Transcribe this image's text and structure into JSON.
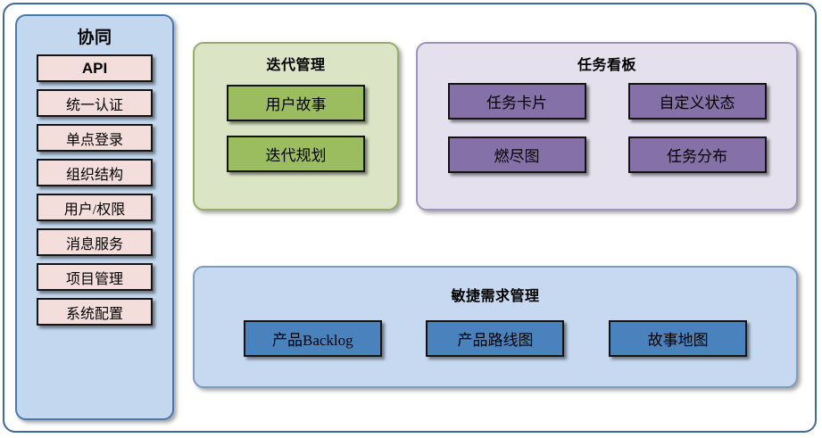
{
  "colors": {
    "frame_border": "#41699b",
    "sidebar_bg": "#c3d7ef",
    "sidebar_border": "#4a79ab",
    "sidebar_item_bg": "#f3dedc",
    "iteration_panel_bg": "#dbe5c5",
    "iteration_panel_border": "#97ab6b",
    "iteration_box_bg": "#9cbd5f",
    "taskboard_panel_bg": "#e4e0ed",
    "taskboard_panel_border": "#9e93b9",
    "taskboard_box_bg": "#8570a8",
    "agile_panel_bg": "#c6d9f0",
    "agile_panel_border": "#7d9cc0",
    "agile_box_bg": "#4a82bd",
    "box_border": "#141414",
    "text": "#000000"
  },
  "sidebar": {
    "title": "协同",
    "items": [
      {
        "label": "API",
        "style": "latin"
      },
      {
        "label": "统一认证",
        "style": "cjk"
      },
      {
        "label": "单点登录",
        "style": "cjk"
      },
      {
        "label": "组织结构",
        "style": "cjk"
      },
      {
        "label": "用户/权限",
        "style": "cjk"
      },
      {
        "label": "消息服务",
        "style": "cjk"
      },
      {
        "label": "项目管理",
        "style": "cjk"
      },
      {
        "label": "系统配置",
        "style": "cjk"
      }
    ]
  },
  "iteration": {
    "title": "迭代管理",
    "items": [
      {
        "label": "用户故事"
      },
      {
        "label": "迭代规划"
      }
    ]
  },
  "taskboard": {
    "title": "任务看板",
    "items": [
      {
        "label": "任务卡片"
      },
      {
        "label": "自定义状态"
      },
      {
        "label": "燃尽图"
      },
      {
        "label": "任务分布"
      }
    ]
  },
  "agile": {
    "title": "敏捷需求管理",
    "items": [
      {
        "label": "产品Backlog"
      },
      {
        "label": "产品路线图"
      },
      {
        "label": "故事地图"
      }
    ]
  }
}
